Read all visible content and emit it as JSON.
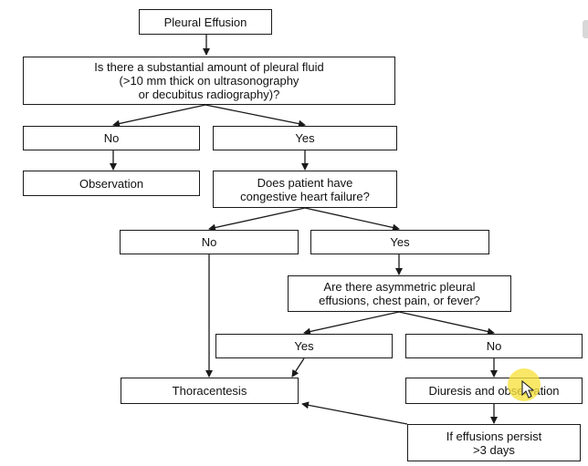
{
  "diagram": {
    "nodes": {
      "pleural_effusion": "Pleural  Effusion",
      "substantial_fluid_question": "Is there a substantial amount of pleural fluid\n(>10 mm thick on ultrasonography\nor decubitus radiography)?",
      "no_1": "No",
      "yes_1": "Yes",
      "observation": "Observation",
      "chf_question": "Does patient have\ncongestive heart failure?",
      "no_2": "No",
      "yes_2": "Yes",
      "asymmetric_question": "Are there asymmetric pleural\neffusions, chest pain, or fever?",
      "yes_3": "Yes",
      "no_3": "No",
      "thoracentesis": "Thoracentesis",
      "diuresis": "Diuresis and observation",
      "persist": "If effusions persist\n>3 days"
    },
    "edges": [
      [
        "pleural_effusion",
        "substantial_fluid_question"
      ],
      [
        "substantial_fluid_question",
        "no_1"
      ],
      [
        "substantial_fluid_question",
        "yes_1"
      ],
      [
        "no_1",
        "observation"
      ],
      [
        "yes_1",
        "chf_question"
      ],
      [
        "chf_question",
        "no_2"
      ],
      [
        "chf_question",
        "yes_2"
      ],
      [
        "yes_2",
        "asymmetric_question"
      ],
      [
        "asymmetric_question",
        "yes_3"
      ],
      [
        "asymmetric_question",
        "no_3"
      ],
      [
        "no_2",
        "thoracentesis"
      ],
      [
        "yes_3",
        "thoracentesis"
      ],
      [
        "no_3",
        "diuresis"
      ],
      [
        "diuresis",
        "persist"
      ],
      [
        "persist",
        "thoracentesis"
      ]
    ],
    "highlight_color": "#f7e23c"
  }
}
